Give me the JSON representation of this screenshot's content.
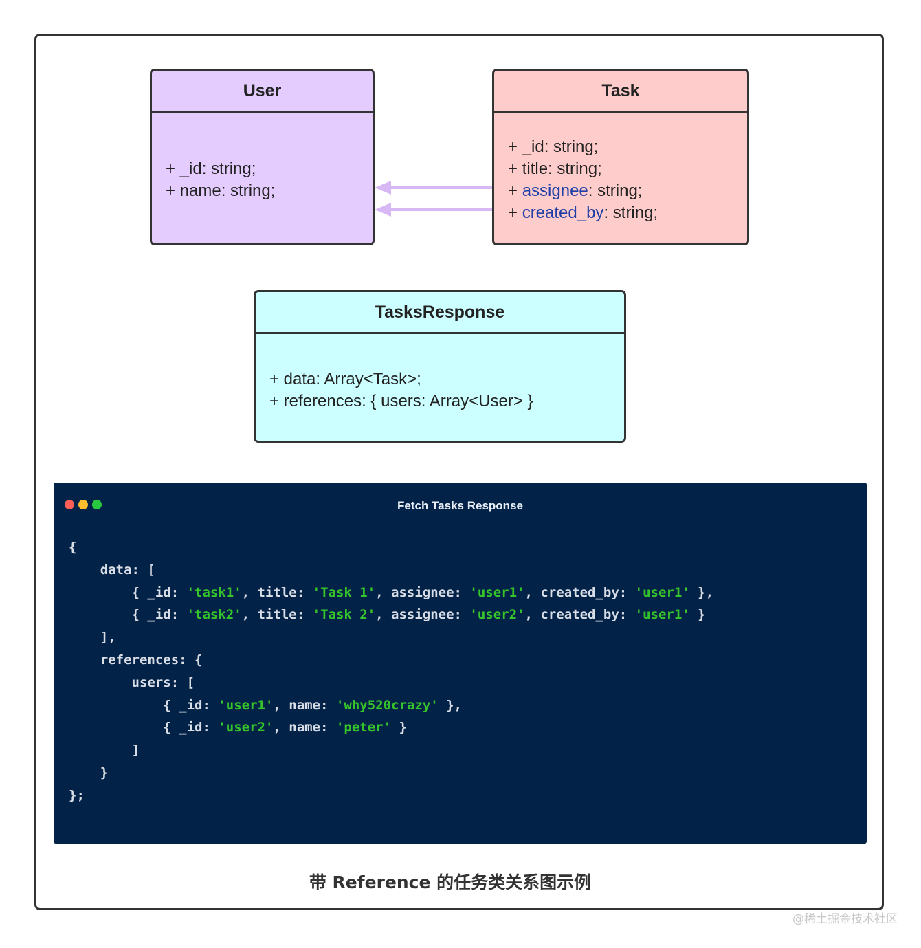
{
  "diagram": {
    "user": {
      "title": "User",
      "fields": [
        "+ _id: string;",
        "+ name: string;"
      ]
    },
    "task": {
      "title": "Task",
      "fields": [
        {
          "prefix": "+ ",
          "name": "_id",
          "suffix": ": string;",
          "link": false
        },
        {
          "prefix": "+ ",
          "name": "title",
          "suffix": ": string;",
          "link": false
        },
        {
          "prefix": "+ ",
          "name": "assignee",
          "suffix": ": string;",
          "link": true
        },
        {
          "prefix": "+ ",
          "name": "created_by",
          "suffix": ": string;",
          "link": true
        }
      ]
    },
    "tasks_response": {
      "title": "TasksResponse",
      "fields": [
        "+ data: Array<Task>;",
        "+ references: { users: Array<User> }"
      ]
    },
    "colors": {
      "user_fill": "#e5ccff",
      "task_fill": "#ffcccc",
      "tasks_response_fill": "#ccffff",
      "arrow": "#d7b8f5",
      "link_text": "#1f3fa6"
    }
  },
  "code_window": {
    "title": "Fetch Tasks Response",
    "background": "#032247",
    "lines": [
      [
        {
          "t": "{"
        }
      ],
      [
        {
          "t": "    data: ["
        }
      ],
      [
        {
          "t": "        { _id: "
        },
        {
          "t": "'task1'",
          "s": true
        },
        {
          "t": ", title: "
        },
        {
          "t": "'Task 1'",
          "s": true
        },
        {
          "t": ", assignee: "
        },
        {
          "t": "'user1'",
          "s": true
        },
        {
          "t": ", created_by: "
        },
        {
          "t": "'user1'",
          "s": true
        },
        {
          "t": " },"
        }
      ],
      [
        {
          "t": "        { _id: "
        },
        {
          "t": "'task2'",
          "s": true
        },
        {
          "t": ", title: "
        },
        {
          "t": "'Task 2'",
          "s": true
        },
        {
          "t": ", assignee: "
        },
        {
          "t": "'user2'",
          "s": true
        },
        {
          "t": ", created_by: "
        },
        {
          "t": "'user1'",
          "s": true
        },
        {
          "t": " }"
        }
      ],
      [
        {
          "t": "    ],"
        }
      ],
      [
        {
          "t": "    references: {"
        }
      ],
      [
        {
          "t": "        users: ["
        }
      ],
      [
        {
          "t": "            { _id: "
        },
        {
          "t": "'user1'",
          "s": true
        },
        {
          "t": ", name: "
        },
        {
          "t": "'why520crazy'",
          "s": true
        },
        {
          "t": " },"
        }
      ],
      [
        {
          "t": "            { _id: "
        },
        {
          "t": "'user2'",
          "s": true
        },
        {
          "t": ", name: "
        },
        {
          "t": "'peter'",
          "s": true
        },
        {
          "t": " }"
        }
      ],
      [
        {
          "t": "        ]"
        }
      ],
      [
        {
          "t": "    }"
        }
      ],
      [
        {
          "t": "};"
        }
      ]
    ]
  },
  "caption": "带 Reference 的任务类关系图示例",
  "watermark": "@稀土掘金技术社区"
}
